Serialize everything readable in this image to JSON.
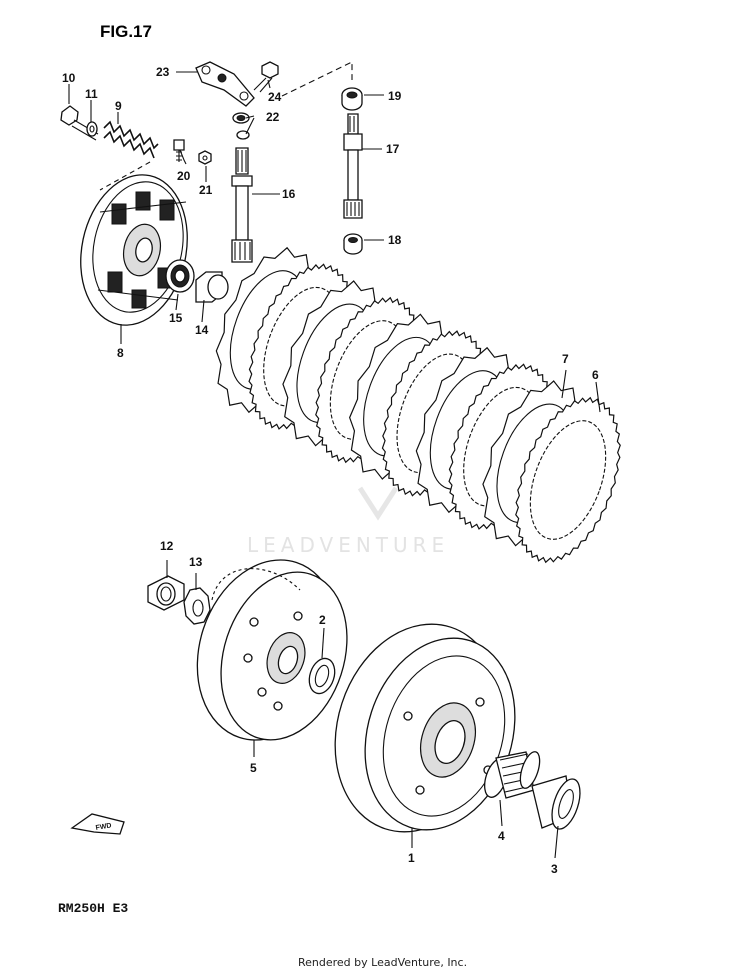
{
  "header": {
    "figure_title": "FIG.17"
  },
  "footer": {
    "model_code": "RM250H E3",
    "credit": "Rendered by LeadVenture, Inc.",
    "watermark": "LEADVENTURE",
    "fwd_label": "FWD"
  },
  "callouts": {
    "c1": "1",
    "c2": "2",
    "c3": "3",
    "c4": "4",
    "c5": "5",
    "c6": "6",
    "c7": "7",
    "c8": "8",
    "c9": "9",
    "c10": "10",
    "c11": "11",
    "c12": "12",
    "c13": "13",
    "c14": "14",
    "c15": "15",
    "c16": "16",
    "c17": "17",
    "c18": "18",
    "c19": "19",
    "c20": "20",
    "c21": "21",
    "c22": "22",
    "c23": "23",
    "c24": "24"
  }
}
